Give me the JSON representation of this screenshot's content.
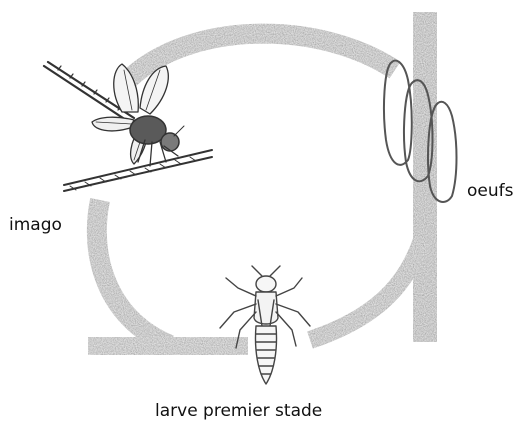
{
  "labels": {
    "eggs": "oeufs",
    "adult": "imago",
    "larva": "larve premier stade"
  },
  "colors": {
    "cycle_band": "#d3d3d3",
    "line_art": "#333333",
    "label_text": "#111111"
  },
  "icons": {
    "eggs": "eggs-illustration",
    "adult": "dragonfly-illustration",
    "larva": "larva-illustration"
  }
}
